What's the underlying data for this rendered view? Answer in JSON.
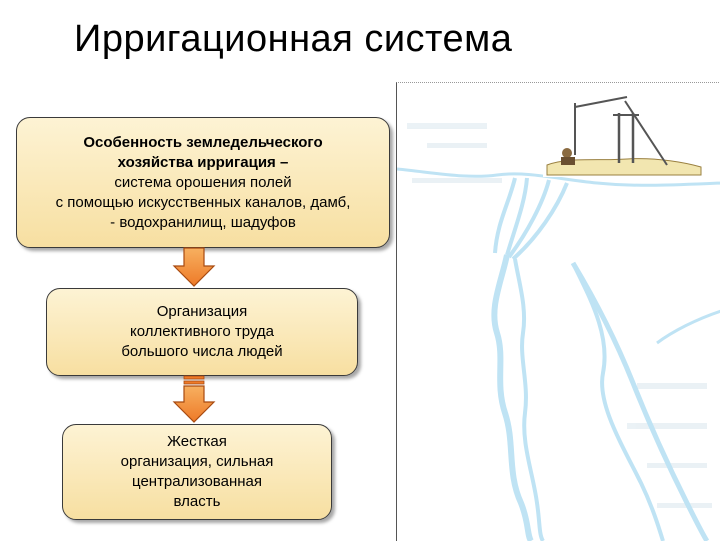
{
  "slide": {
    "title": "Ирригационная система"
  },
  "flow": {
    "box1": {
      "line1": "Особенность земледельческого",
      "line2": "хозяйства  ирригация –",
      "line3": "система орошения полей",
      "line4": "с помощью искусственных каналов, дамб,",
      "line5": "- водохранилищ, шадуфов"
    },
    "box2": {
      "line1": "Организация",
      "line2": "коллективного труда",
      "line3": "большого числа людей"
    },
    "box3": {
      "line1": "Жесткая",
      "line2": "организация, сильная",
      "line3": "централизованная",
      "line4": "власть"
    }
  },
  "colors": {
    "box_fill": "#f7dfa1",
    "arrow_fill": "#f08030",
    "river": "#bfe3f4"
  }
}
